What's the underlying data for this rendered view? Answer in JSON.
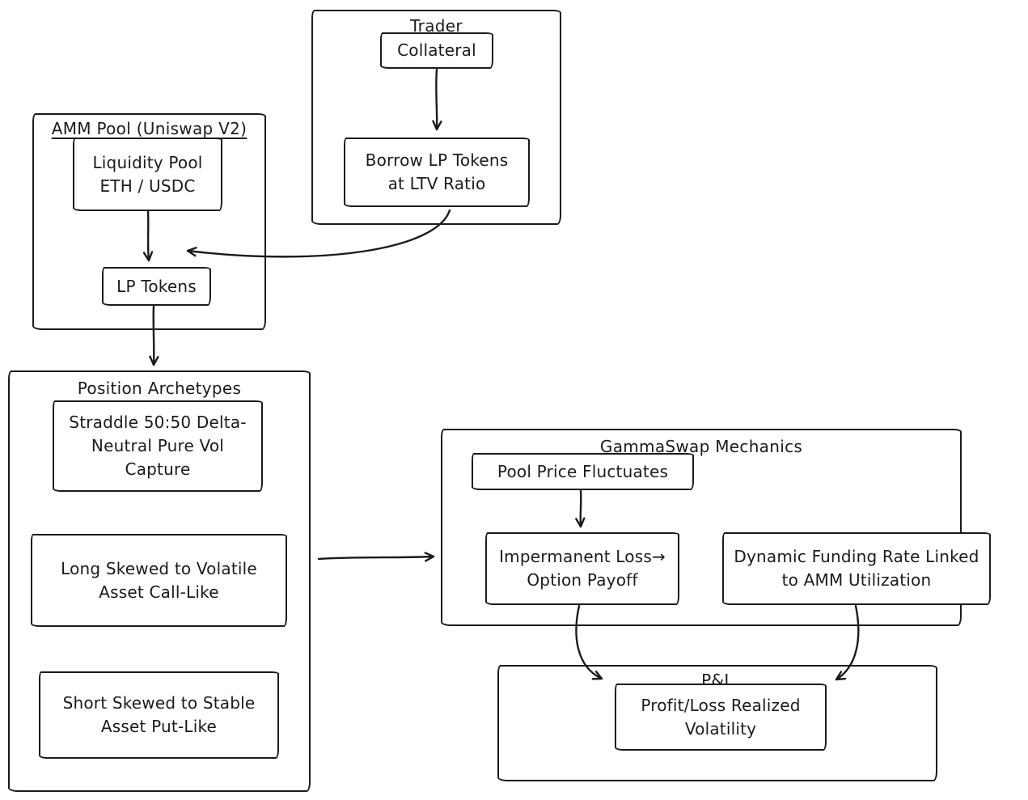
{
  "diagram": {
    "colors": {
      "stroke": "#1b1b1b",
      "background": "#ffffff"
    },
    "groups": {
      "trader": {
        "title": "Trader"
      },
      "amm_pool": {
        "title": "AMM Pool (Uniswap V2)"
      },
      "position_archetypes": {
        "title": "Position Archetypes"
      },
      "gammaswap_mechanics": {
        "title": "GammaSwap Mechanics"
      },
      "pnl": {
        "title": "P&L"
      }
    },
    "nodes": {
      "collateral": "Collateral",
      "borrow_lp": "Borrow LP Tokens\nat LTV Ratio",
      "liquidity_pool": "Liquidity Pool\nETH / USDC",
      "lp_tokens": "LP Tokens",
      "straddle": "Straddle 50:50 Delta-\nNeutral Pure Vol\nCapture",
      "long_skewed": "Long Skewed to Volatile\nAsset Call-Like",
      "short_skewed": "Short Skewed to Stable\nAsset Put-Like",
      "pool_price": "Pool Price Fluctuates",
      "impermanent_loss": "Impermanent Loss→\nOption Payoff",
      "dynamic_funding": "Dynamic Funding Rate Linked\nto AMM Utilization",
      "profit_loss": "Profit/Loss Realized\nVolatility"
    }
  }
}
